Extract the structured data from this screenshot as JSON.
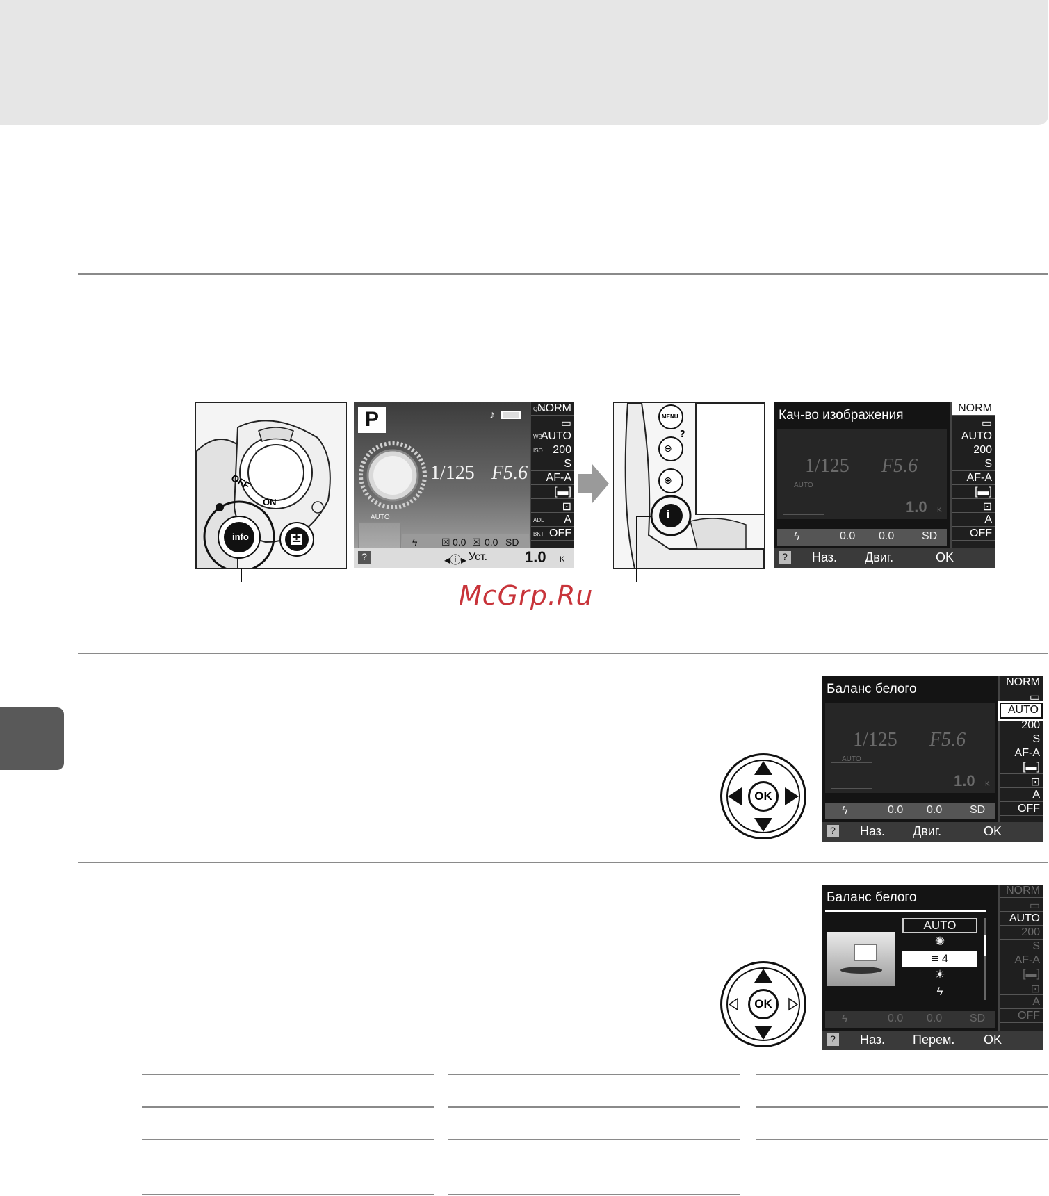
{
  "watermark": "McGrp.Ru",
  "panel1": {
    "off": "OFF",
    "on": "ON",
    "info_icon": "info-button-icon",
    "exposure_icon": "exposure-comp-icon"
  },
  "panel2": {
    "mode": "P",
    "shutter": "1/125",
    "aperture": "F5.6",
    "auto": "AUTO",
    "right": {
      "qual": "NORM",
      "wb": "AUTO",
      "iso": "200",
      "s": "S",
      "af": "AF-A",
      "adl": "A",
      "bkt": "OFF"
    },
    "labels": {
      "qual": "QUAL",
      "wb": "WB",
      "iso": "ISO",
      "adl": "ADL",
      "bkt": "BKT"
    },
    "bottom": {
      "help": "?",
      "set": "Уст.",
      "count": "1.0",
      "k": "K"
    },
    "strip": {
      "ev": "0.0",
      "fev": "0.0",
      "sd": "SD"
    }
  },
  "panel3": {
    "menu": "MENU",
    "help": "?"
  },
  "panel4": {
    "title": "Кач-во изображения",
    "shutter": "1/125",
    "aperture": "F5.6",
    "auto": "AUTO",
    "count": "1.0",
    "k": "K",
    "right": {
      "qual": "NORM",
      "wb": "AUTO",
      "iso": "200",
      "s": "S",
      "af": "AF-A",
      "adl": "A",
      "bkt": "OFF"
    },
    "bottom": {
      "help": "?",
      "back": "Наз.",
      "move": "Двиг.",
      "ok": "OK"
    },
    "strip": {
      "ev": "0.0",
      "fev": "0.0",
      "sd": "SD"
    }
  },
  "panel5": {
    "title": "Баланс белого",
    "shutter": "1/125",
    "aperture": "F5.6",
    "auto": "AUTO",
    "count": "1.0",
    "k": "K",
    "right": {
      "qual": "NORM",
      "wb": "AUTO",
      "iso": "200",
      "s": "S",
      "af": "AF-A",
      "adl": "A",
      "bkt": "OFF"
    },
    "bottom": {
      "help": "?",
      "back": "Наз.",
      "move": "Двиг.",
      "ok": "OK"
    },
    "strip": {
      "ev": "0.0",
      "fev": "0.0",
      "sd": "SD"
    }
  },
  "panel6": {
    "title": "Баланс белого",
    "options": [
      "AUTO",
      "✺",
      "4",
      "☀",
      "ϟ"
    ],
    "right": {
      "qual": "NORM",
      "wb": "AUTO",
      "iso": "200",
      "s": "S",
      "af": "AF-A",
      "adl": "A",
      "bkt": "OFF"
    },
    "bottom": {
      "help": "?",
      "back": "Наз.",
      "move": "Перем.",
      "ok": "OK"
    },
    "strip": {
      "ev": "0.0",
      "fev": "0.0",
      "sd": "SD"
    }
  },
  "dpad": {
    "ok": "OK"
  }
}
